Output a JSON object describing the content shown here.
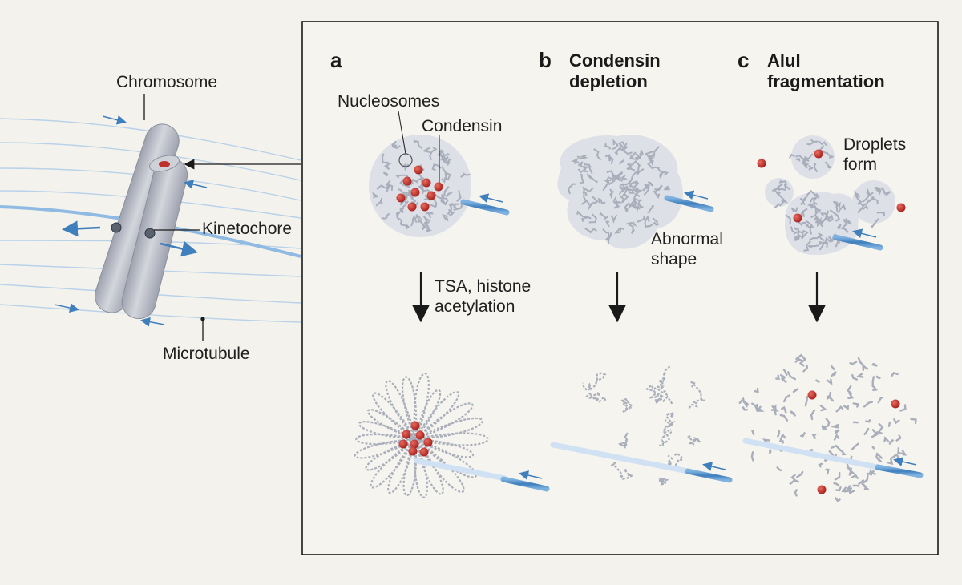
{
  "labels": {
    "chromosome": "Chromosome",
    "kinetochore": "Kinetochore",
    "microtubule": "Microtubule",
    "nucleosomes": "Nucleosomes",
    "condensin": "Condensin",
    "abnormal_shape_line1": "Abnormal",
    "abnormal_shape_line2": "shape",
    "droplets_line1": "Droplets",
    "droplets_line2": "form",
    "tsa_line1": "TSA, histone",
    "tsa_line2": "acetylation"
  },
  "panels": [
    {
      "letter": "a",
      "title_line1": "",
      "title_line2": ""
    },
    {
      "letter": "b",
      "title_line1": "Condensin",
      "title_line2": "depletion"
    },
    {
      "letter": "c",
      "title_line1": "AluI",
      "title_line2": "fragmentation"
    }
  ],
  "colors": {
    "background": "#f4f2ec",
    "panel_background": "#f6f4ee",
    "chromatin": "#a9aebb",
    "condensin": "#c0302b",
    "microtubule": "#4f8fc8",
    "chromosome": "#b9bcc6"
  }
}
